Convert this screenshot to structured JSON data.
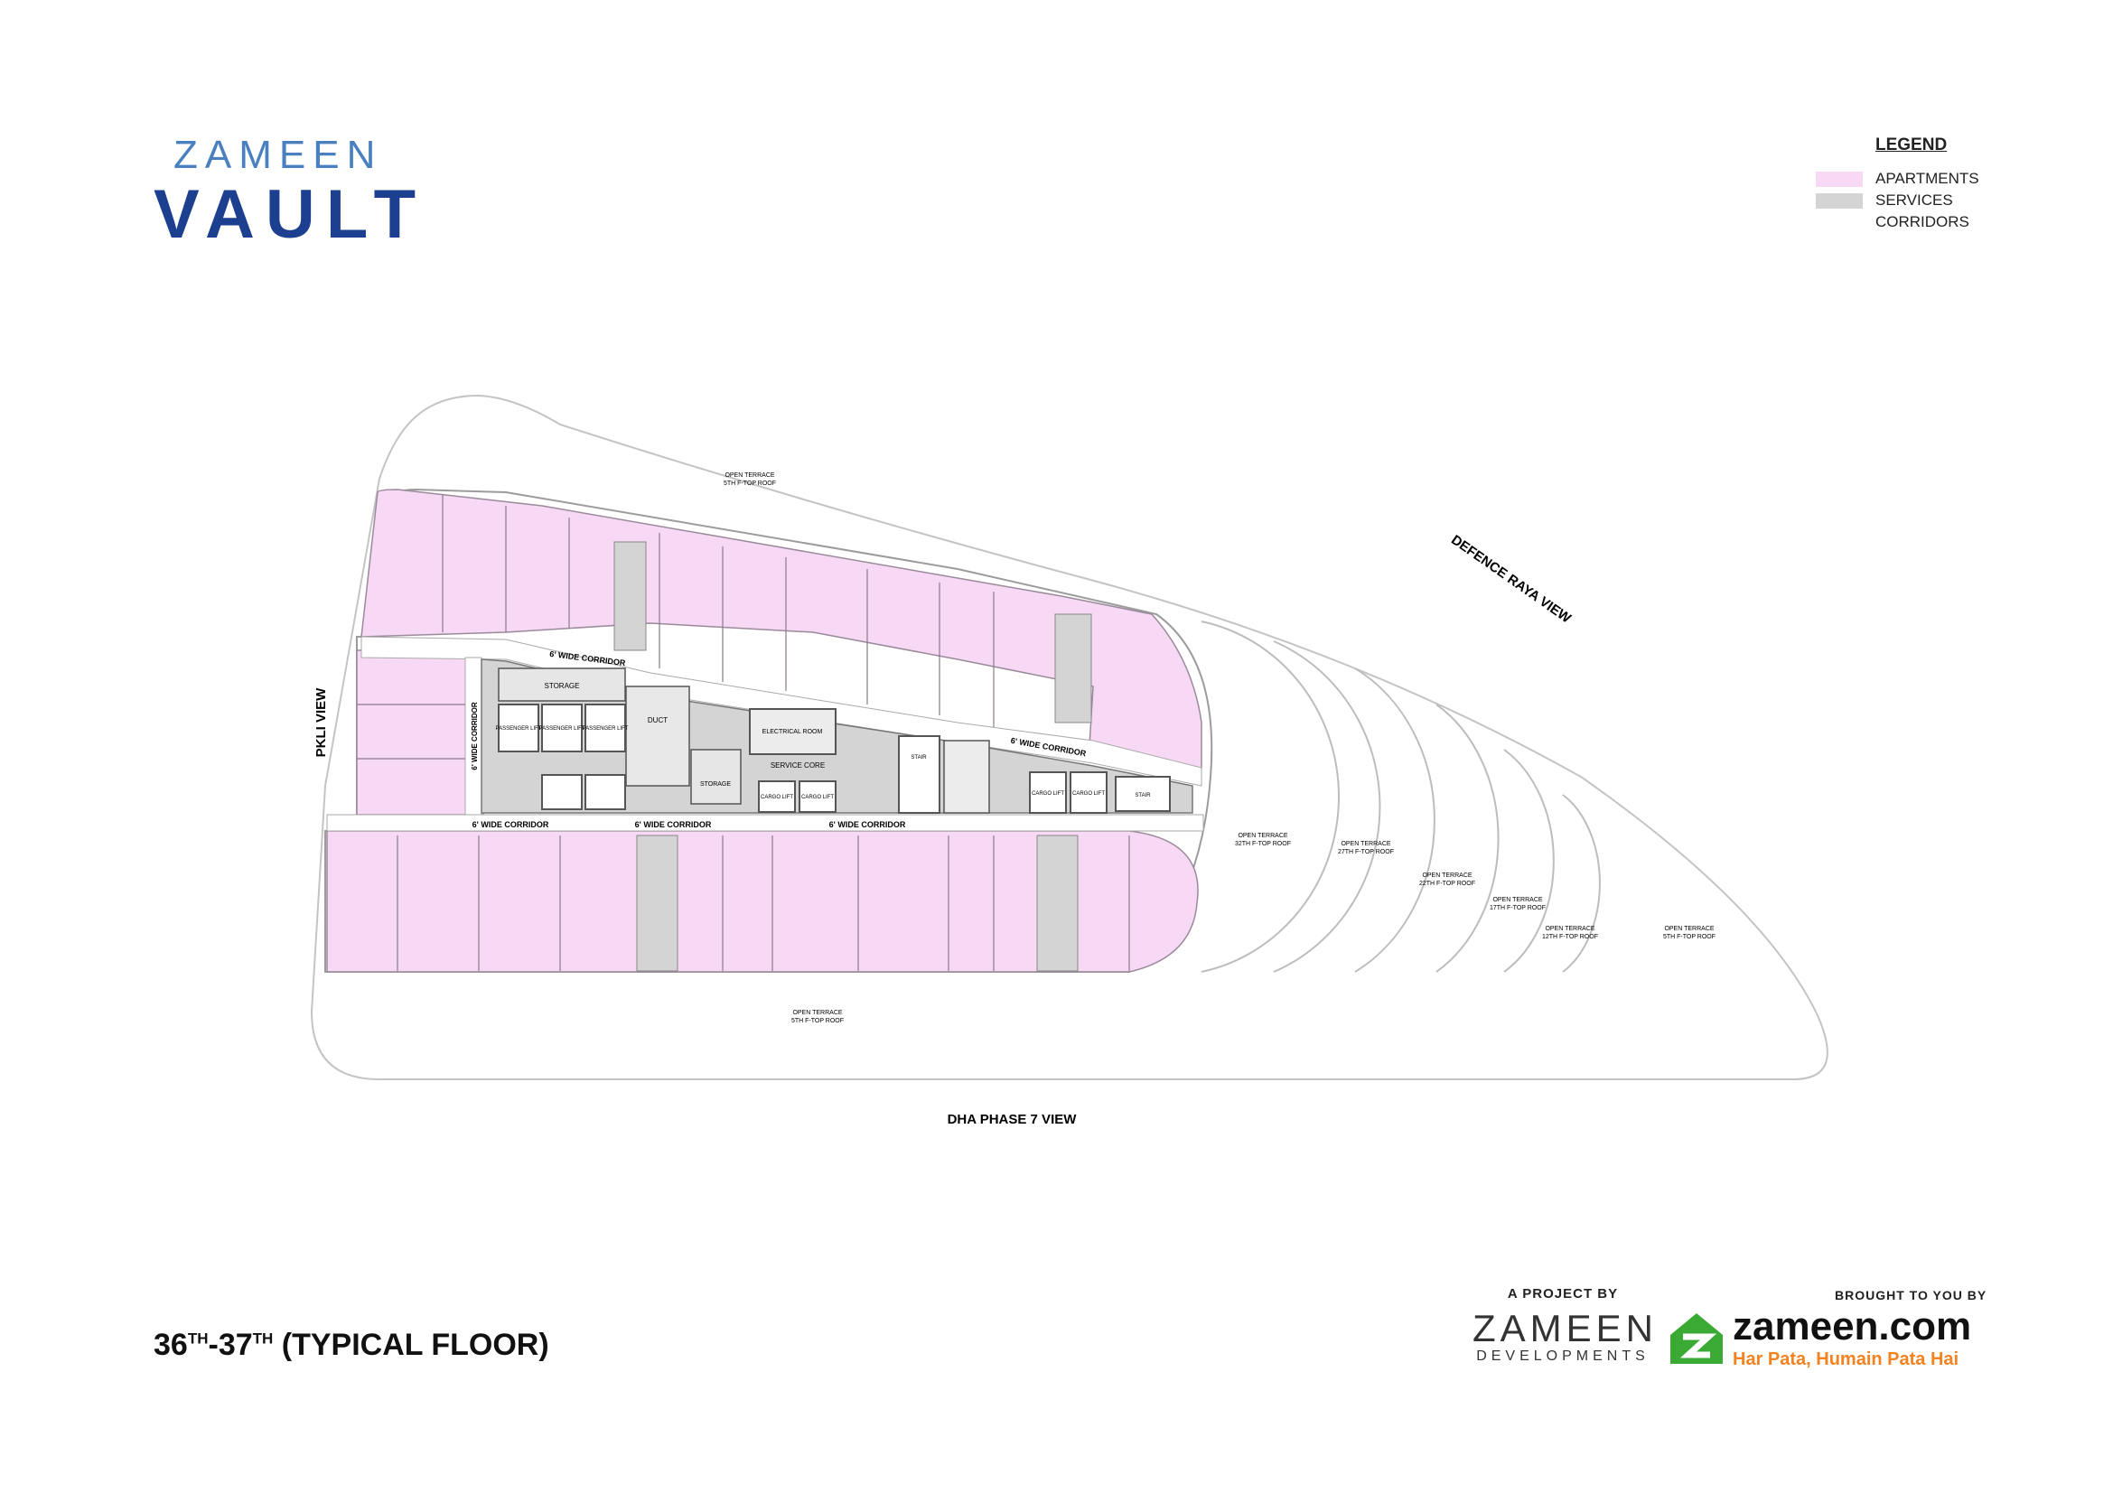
{
  "brand": {
    "top": "ZAMEEN",
    "main": "VAULT",
    "color_light": "#4a7fc0",
    "color_dark": "#1d3f8f"
  },
  "legend": {
    "title": "LEGEND",
    "items": [
      {
        "label": "APARTMENTS",
        "color": "#f7d9f5"
      },
      {
        "label": "SERVICES",
        "color": "#d4d4d4"
      },
      {
        "label": "CORRIDORS",
        "color": "#ffffff"
      }
    ]
  },
  "plan": {
    "views": {
      "left": "PKLI VIEW",
      "top_right": "DEFENCE RAYA VIEW",
      "bottom": "DHA PHASE 7 VIEW"
    },
    "terraces": [
      {
        "title": "OPEN TERRACE",
        "sub": "5TH F-TOP ROOF"
      },
      {
        "title": "OPEN TERRACE",
        "sub": "5TH F-TOP ROOF"
      },
      {
        "title": "OPEN TERRACE",
        "sub": "32TH F-TOP ROOF"
      },
      {
        "title": "OPEN TERRACE",
        "sub": "27TH F-TOP ROOF"
      },
      {
        "title": "OPEN TERRACE",
        "sub": "22TH F-TOP ROOF"
      },
      {
        "title": "OPEN TERRACE",
        "sub": "17TH F-TOP ROOF"
      },
      {
        "title": "OPEN TERRACE",
        "sub": "12TH F-TOP ROOF"
      },
      {
        "title": "OPEN TERRACE",
        "sub": "5TH F-TOP ROOF"
      }
    ],
    "corridors": [
      "6' WIDE CORRIDOR",
      "6' WIDE CORRIDOR",
      "6' WIDE CORRIDOR",
      "6' WIDE CORRIDOR",
      "6' WIDE CORRIDOR",
      "6' WIDE CORRIDOR"
    ],
    "core": {
      "storage": "STORAGE",
      "storage2": "STORAGE",
      "service_core": "SERVICE CORE",
      "electrical_room": "ELECTRICAL ROOM",
      "duct": "DUCT",
      "passenger_lift": "PASSENGER LIFT",
      "cargo_lift": "CARGO LIFT",
      "stair": "STAIR"
    }
  },
  "floor": {
    "title_a": "36",
    "sup_a": "TH",
    "title_b": "-37",
    "sup_b": "TH",
    "title_c": " (TYPICAL FLOOR)"
  },
  "project": {
    "by": "A PROJECT BY",
    "name": "ZAMEEN",
    "sub": "DEVELOPMENTS"
  },
  "sponsor": {
    "brought": "BROUGHT TO YOU BY",
    "name": "zameen.com",
    "tagline": "Har Pata, Humain Pata Hai",
    "green": "#3aaa35",
    "orange": "#f58220"
  }
}
